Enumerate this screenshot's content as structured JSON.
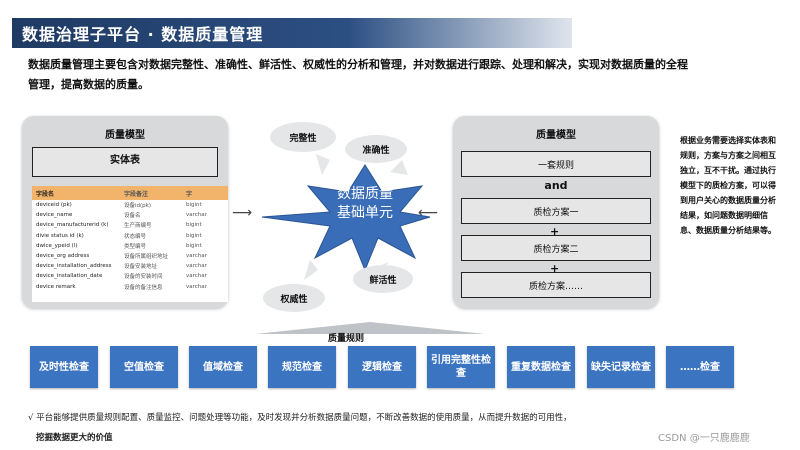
{
  "header": {
    "title": "数据治理子平台 · 数据质量管理"
  },
  "intro": {
    "line1": "数据质量管理主要包含对数据完整性、准确性、鲜活性、权威性的分析和管理，并对数据进行跟踪、处理和解决，实现对数据质量的全程",
    "line2": "管理，提高数据的质量。"
  },
  "left_panel": {
    "title": "质量模型",
    "entity_label": "实体表",
    "table_headers": [
      "字段名",
      "字段备注",
      "字"
    ],
    "rows": [
      [
        "deviceid (pk)",
        "设备id(pk)",
        "bigint"
      ],
      [
        "device_name",
        "设备名",
        "varchar"
      ],
      [
        "device_manufacturerid (k)",
        "生产商编号",
        "bigint"
      ],
      [
        "divie status id (k)",
        "状态编号",
        "bigint"
      ],
      [
        "dwice_ypeid (l)",
        "类型编号",
        "bigint"
      ],
      [
        "device_org address",
        "设备所属组织地址",
        "varchar"
      ],
      [
        "device_installation_address",
        "设备安装地址",
        "varchar"
      ],
      [
        "device_installation_date",
        "设备的安装时间",
        "varchar"
      ],
      [
        "device remark",
        "设备的备注信息",
        "varchar"
      ]
    ]
  },
  "center": {
    "line1": "数据质量",
    "line2": "基础单元",
    "bubbles": {
      "completeness": "完整性",
      "accuracy": "准确性",
      "freshness": "鲜活性",
      "authority": "权威性"
    }
  },
  "right_panel": {
    "title": "质量模型",
    "rule_set": "一套规则",
    "and_label": "and",
    "plan1": "质检方案一",
    "plan2": "质检方案二",
    "plan3": "质检方案……",
    "plus": "+"
  },
  "right_note": "根据业务需要选择实体表和规则，方案与方案之间相互独立，互不干扰。通过执行模型下的质检方案，可以得到用户关心的数据质量分析结果，如问题数据明细信息、数据质量分析结果等。",
  "rules": {
    "label": "质量规则",
    "items": [
      "及时性检查",
      "空值检查",
      "值域检查",
      "规范检查",
      "逻辑检查",
      "引用完整性检查",
      "重复数据检查",
      "缺失记录检查",
      "……检查"
    ]
  },
  "footer": {
    "line1": "√ 平台能够提供质量规则配置、质量监控、问题处理等功能，及时发现并分析数据质量问题，不断改善数据的使用质量，从而提升数据的可用性，",
    "line2": "挖掘数据更大的价值"
  },
  "watermark": "CSDN @一只鹿鹿鹿",
  "colors": {
    "title_bar": "#2c4f82",
    "rule_button": "#3b74c1",
    "star": "#3a6db7",
    "table_header": "#f2b36b"
  }
}
